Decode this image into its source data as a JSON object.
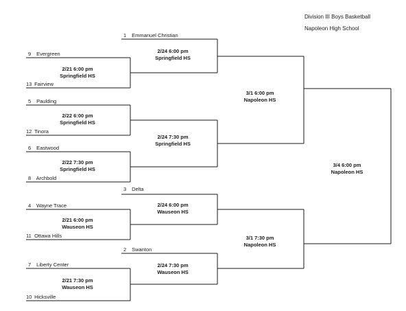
{
  "header": {
    "title": "Division III Boys Basketball",
    "host": "Napoleon High School"
  },
  "teams": {
    "emmanuel_christian": {
      "seed": "1",
      "name": "Emmanuel Christian"
    },
    "evergreen": {
      "seed": "9",
      "name": "Evergreen"
    },
    "fairview": {
      "seed": "13",
      "name": "Fairview"
    },
    "paulding": {
      "seed": "5",
      "name": "Paulding"
    },
    "tinora": {
      "seed": "12",
      "name": "Tinora"
    },
    "eastwood": {
      "seed": "6",
      "name": "Eastwood"
    },
    "archbold": {
      "seed": "8",
      "name": "Archbold"
    },
    "delta": {
      "seed": "3",
      "name": "Delta"
    },
    "wayne_trace": {
      "seed": "4",
      "name": "Wayne Trace"
    },
    "ottawa_hills": {
      "seed": "11",
      "name": "Ottawa Hills"
    },
    "swanton": {
      "seed": "2",
      "name": "Swanton"
    },
    "liberty_center": {
      "seed": "7",
      "name": "Liberty Center"
    },
    "hicksville": {
      "seed": "10",
      "name": "Hicksville"
    }
  },
  "games": {
    "g1": {
      "time": "2/21 6:00 pm",
      "site": "Springfield HS"
    },
    "g2": {
      "time": "2/22 6:00 pm",
      "site": "Springfield HS"
    },
    "g3": {
      "time": "2/22 7:30 pm",
      "site": "Springfield HS"
    },
    "g4": {
      "time": "2/21 6:00 pm",
      "site": "Wauseon HS"
    },
    "g5": {
      "time": "2/21 7:30 pm",
      "site": "Wauseon HS"
    },
    "g6": {
      "time": "2/24 6:00 pm",
      "site": "Springfield HS"
    },
    "g7": {
      "time": "2/24 7:30 pm",
      "site": "Springfield HS"
    },
    "g8": {
      "time": "2/24 6:00 pm",
      "site": "Wauseon HS"
    },
    "g9": {
      "time": "2/24 7:30 pm",
      "site": "Wauseon HS"
    },
    "g10": {
      "time": "3/1 6:00 pm",
      "site": "Napoleon HS"
    },
    "g11": {
      "time": "3/1 7:30 pm",
      "site": "Napoleon HS"
    },
    "g12": {
      "time": "3/4 6:00 pm",
      "site": "Napoleon HS"
    }
  }
}
